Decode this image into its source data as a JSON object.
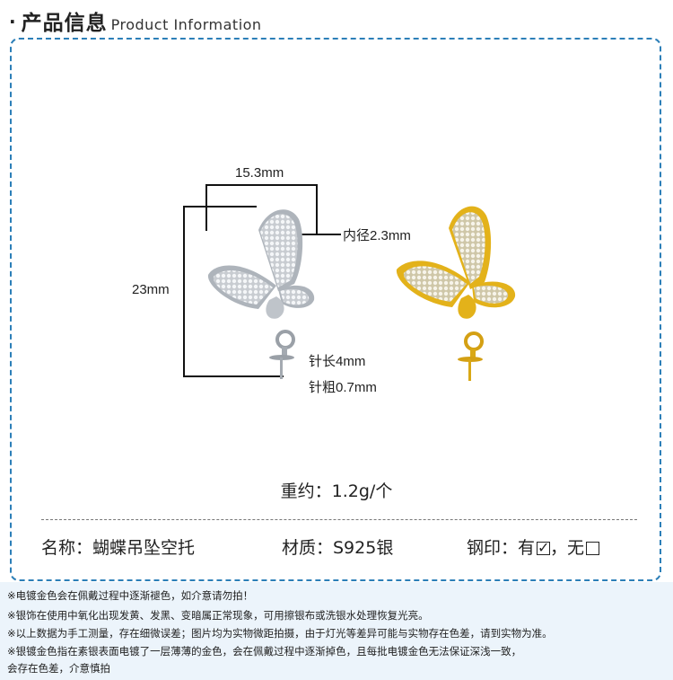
{
  "header": {
    "bullet": "·",
    "title_cn": "产品信息",
    "title_en": "Product Information"
  },
  "dimensions": {
    "width": "15.3mm",
    "height": "23mm",
    "inner_diameter": "内径2.3mm",
    "pin_length": "针长4mm",
    "pin_thickness": "针粗0.7mm"
  },
  "weight": "重约：1.2g/个",
  "specs": {
    "name": "名称：蝴蝶吊坠空托",
    "material": "材质：S925银",
    "stamp_label": "钢印：有",
    "stamp_no": "，无"
  },
  "notes": [
    "※电镀金色会在佩戴过程中逐渐褪色，如介意请勿拍！",
    "※银饰在使用中氧化出现发黄、发黑、变暗属正常现象，可用擦银布或洗银水处理恢复光亮。",
    "※以上数据为手工测量，存在细微误差；图片均为实物微距拍摄，由于灯光等差异可能与实物存在色差，请到实物为准。",
    "※银镀金色指在素银表面电镀了一层薄薄的金色，会在佩戴过程中逐渐掉色，且每批电镀金色无法保证深浅一致，",
    "会存在色差，介意慎拍"
  ],
  "colors": {
    "frame": "#2c7fb8",
    "silver": "#d9dde2",
    "gold": "#e3b21a",
    "band": "#ecf4fb"
  }
}
